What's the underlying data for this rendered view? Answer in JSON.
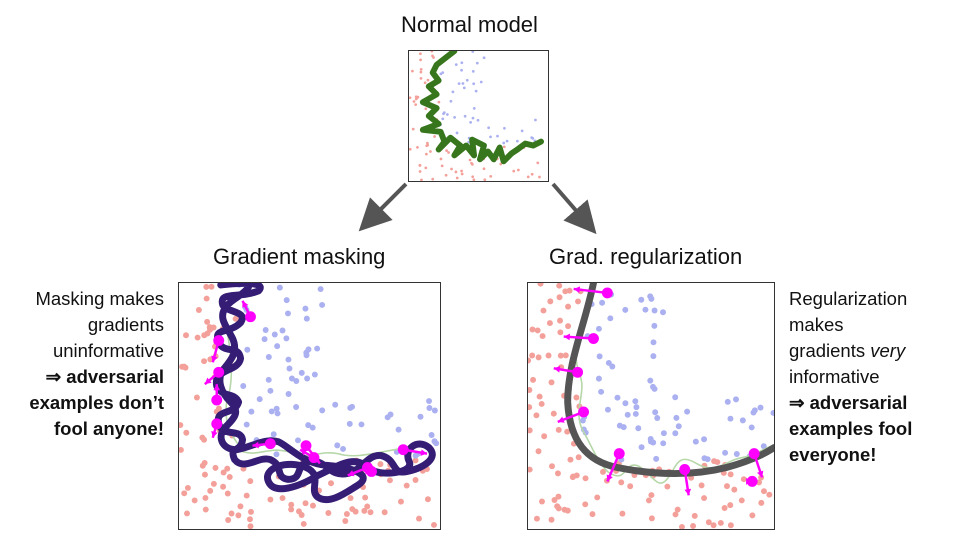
{
  "titles": {
    "normal": "Normal model",
    "masking": "Gradient masking",
    "regularization": "Grad. regularization"
  },
  "left_note": {
    "line1": "Masking makes",
    "line2": "gradients",
    "line3": "uninformative",
    "line4": "⇒ adversarial",
    "line5": "examples don’t",
    "line6": "fool anyone!"
  },
  "right_note": {
    "line1": "Regularization",
    "line2": "makes",
    "line3a": "gradients ",
    "line3b": "very",
    "line4": "informative",
    "line5": "⇒ adversarial",
    "line6": "examples fool",
    "line7": "everyone!"
  },
  "colors": {
    "red_points": "#f4a09a",
    "blue_points": "#aab0f0",
    "normal_boundary": "#38761d",
    "masking_boundary": "#351c75",
    "reg_boundary": "#555555",
    "gradient_arrows": "#ff00ff",
    "light_green": "#b6d7a8",
    "flow_arrows": "#555555"
  }
}
